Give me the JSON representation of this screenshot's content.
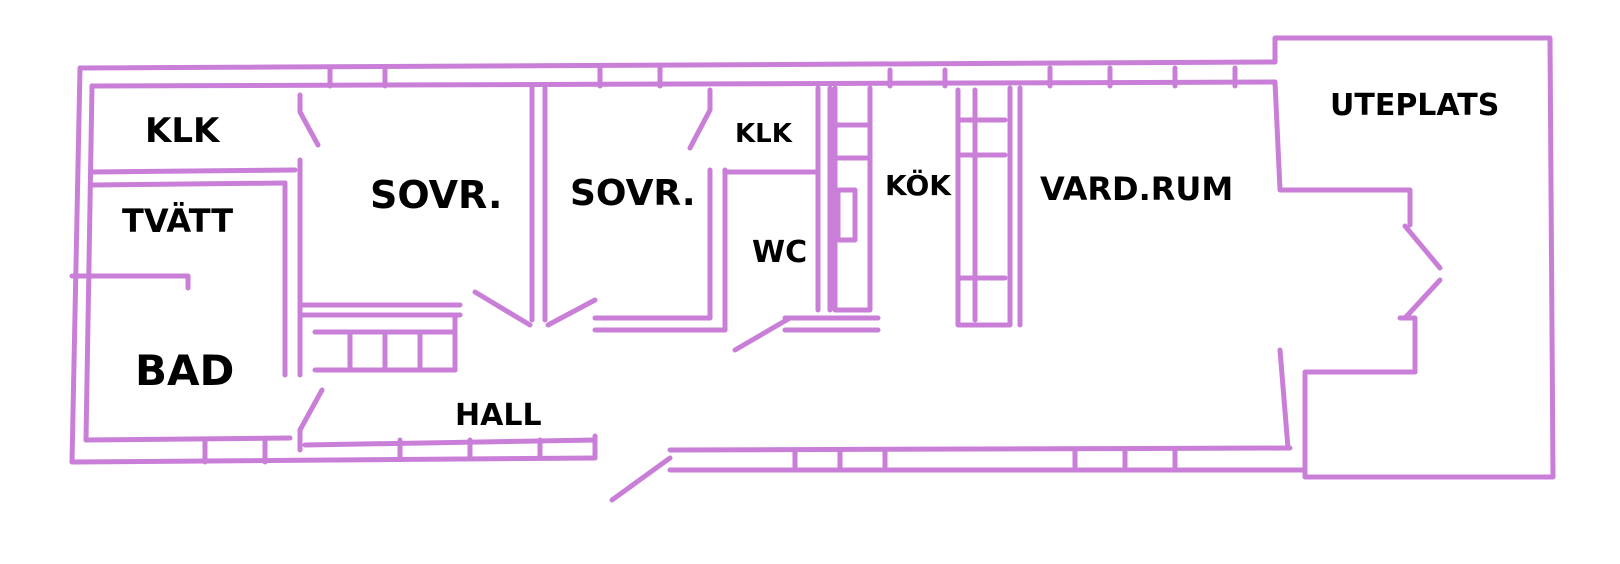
{
  "colors": {
    "wall": "#c97fd8",
    "label": "#000000",
    "background": "#ffffff"
  },
  "rooms": {
    "klk_1": "KLK",
    "tvatt": "TVÄTT",
    "bad": "BAD",
    "sovr_1": "SOVR.",
    "sovr_2": "SOVR.",
    "klk_2": "KLK",
    "wc": "WC",
    "kok": "KÖK",
    "vardrum": "VARD.RUM",
    "uteplats": "UTEPLATS",
    "hall": "HALL"
  }
}
